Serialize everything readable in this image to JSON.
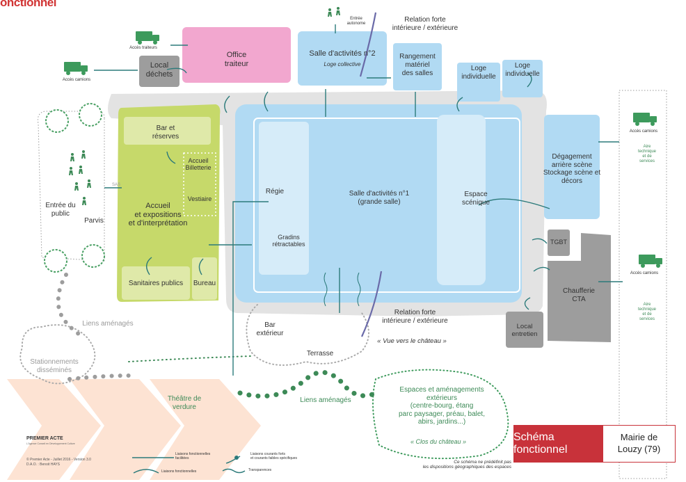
{
  "title": "onctionnel",
  "rooms": {
    "office_traiteur": "Office\ntraiteur",
    "local_dechets": "Local\ndéchets",
    "salle2": "Salle d'activités n°2",
    "salle2_sub": "Loge collective",
    "rangement": "Rangement\nmatériel\ndes salles",
    "loge1": "Loge\nindividuelle",
    "loge2": "Loge\nindividuelle",
    "bar_reserves": "Bar et\nréserves",
    "accueil_billetterie": "Accueil\nBilletterie",
    "vestiaire": "Vestiaire",
    "accueil_expo": "Accueil\net expositions\net d'interprétation",
    "sanitaires": "Sanitaires publics",
    "bureau": "Bureau",
    "regie": "Régie",
    "gradins": "Gradins\nrétractables",
    "salle1": "Salle d'activités n°1\n(grande salle)",
    "espace_scenique": "Espace\nscénique",
    "degagement": "Dégagement\narrière scène\nStockage scène et\ndécors",
    "tgbt": "TGBT",
    "chaufferie": "Chaufferie\nCTA",
    "local_entretien": "Local\nentretien"
  },
  "access": {
    "traiteurs": "Accès traiteurs",
    "camions_left": "Accès camions",
    "camions_right_top": "Accès camions",
    "camions_right_bottom": "Accès camions",
    "entree_autonome": "Entrée\nautonome",
    "sas": "SAS",
    "aire_top": "Aire\ntechnique\net de\nservices",
    "aire_bottom": "Aire\ntechnique\net de\nservices"
  },
  "labels": {
    "relation_top": "Relation forte\nintérieure / extérieure",
    "relation_bottom": "Relation forte\nintérieure / extérieure",
    "vue_chateau": "« Vue vers le château »",
    "entree_public": "Entrée du\npublic",
    "parvis": "Parvis",
    "liens_amenages_1": "Liens aménagés",
    "liens_amenages_2": "Liens aménagés",
    "stationnements": "Stationnements\ndisséminés",
    "bar_exterieur": "Bar\nextérieur",
    "terrasse": "Terrasse",
    "theatre": "Théâtre de\nverdure",
    "espaces_ext": "Espaces et aménagements\nextérieurs\n(centre-bourg, étang\nparc paysager, préau, balet,\nabirs, jardins...)",
    "clos": "« Clos du château »",
    "disclaimer": "Ce schéma ne prédéfinit pas\nles dispositions géographiques des espaces"
  },
  "legend": {
    "facilitees": "Liaisons fonctionnelles\nfacilitées",
    "fonctionnelles": "Liaisons fonctionnelles",
    "courants": "Liaisons courants forts\net courants faibles spécifiques",
    "transparences": "Transparences"
  },
  "footer": {
    "publisher": "PREMIER ACTE",
    "publisher_sub": "L'Agence Conseil en Développement Culture",
    "credit": "© Premier Acte - Juillet 2016 - Version 3.0\nD.A.O. : Benoit HAYS",
    "stamp_title": "Schéma fonctionnel",
    "stamp_client": "Mairie de\nLouzy (79)"
  },
  "colors": {
    "pink": "#f2a7cf",
    "blue": "#b1daf3",
    "blue_light": "#d6ecf9",
    "green": "#c6d96a",
    "green_light": "#dfe9a9",
    "grey": "#9d9d9d",
    "border_grey": "#e3e3e3",
    "arrow": "#2b7a7a",
    "accent_red": "#c8323a",
    "chevron": "#fde3d3",
    "tree_green": "#4aa064",
    "truck_green": "#3d9a5c"
  }
}
